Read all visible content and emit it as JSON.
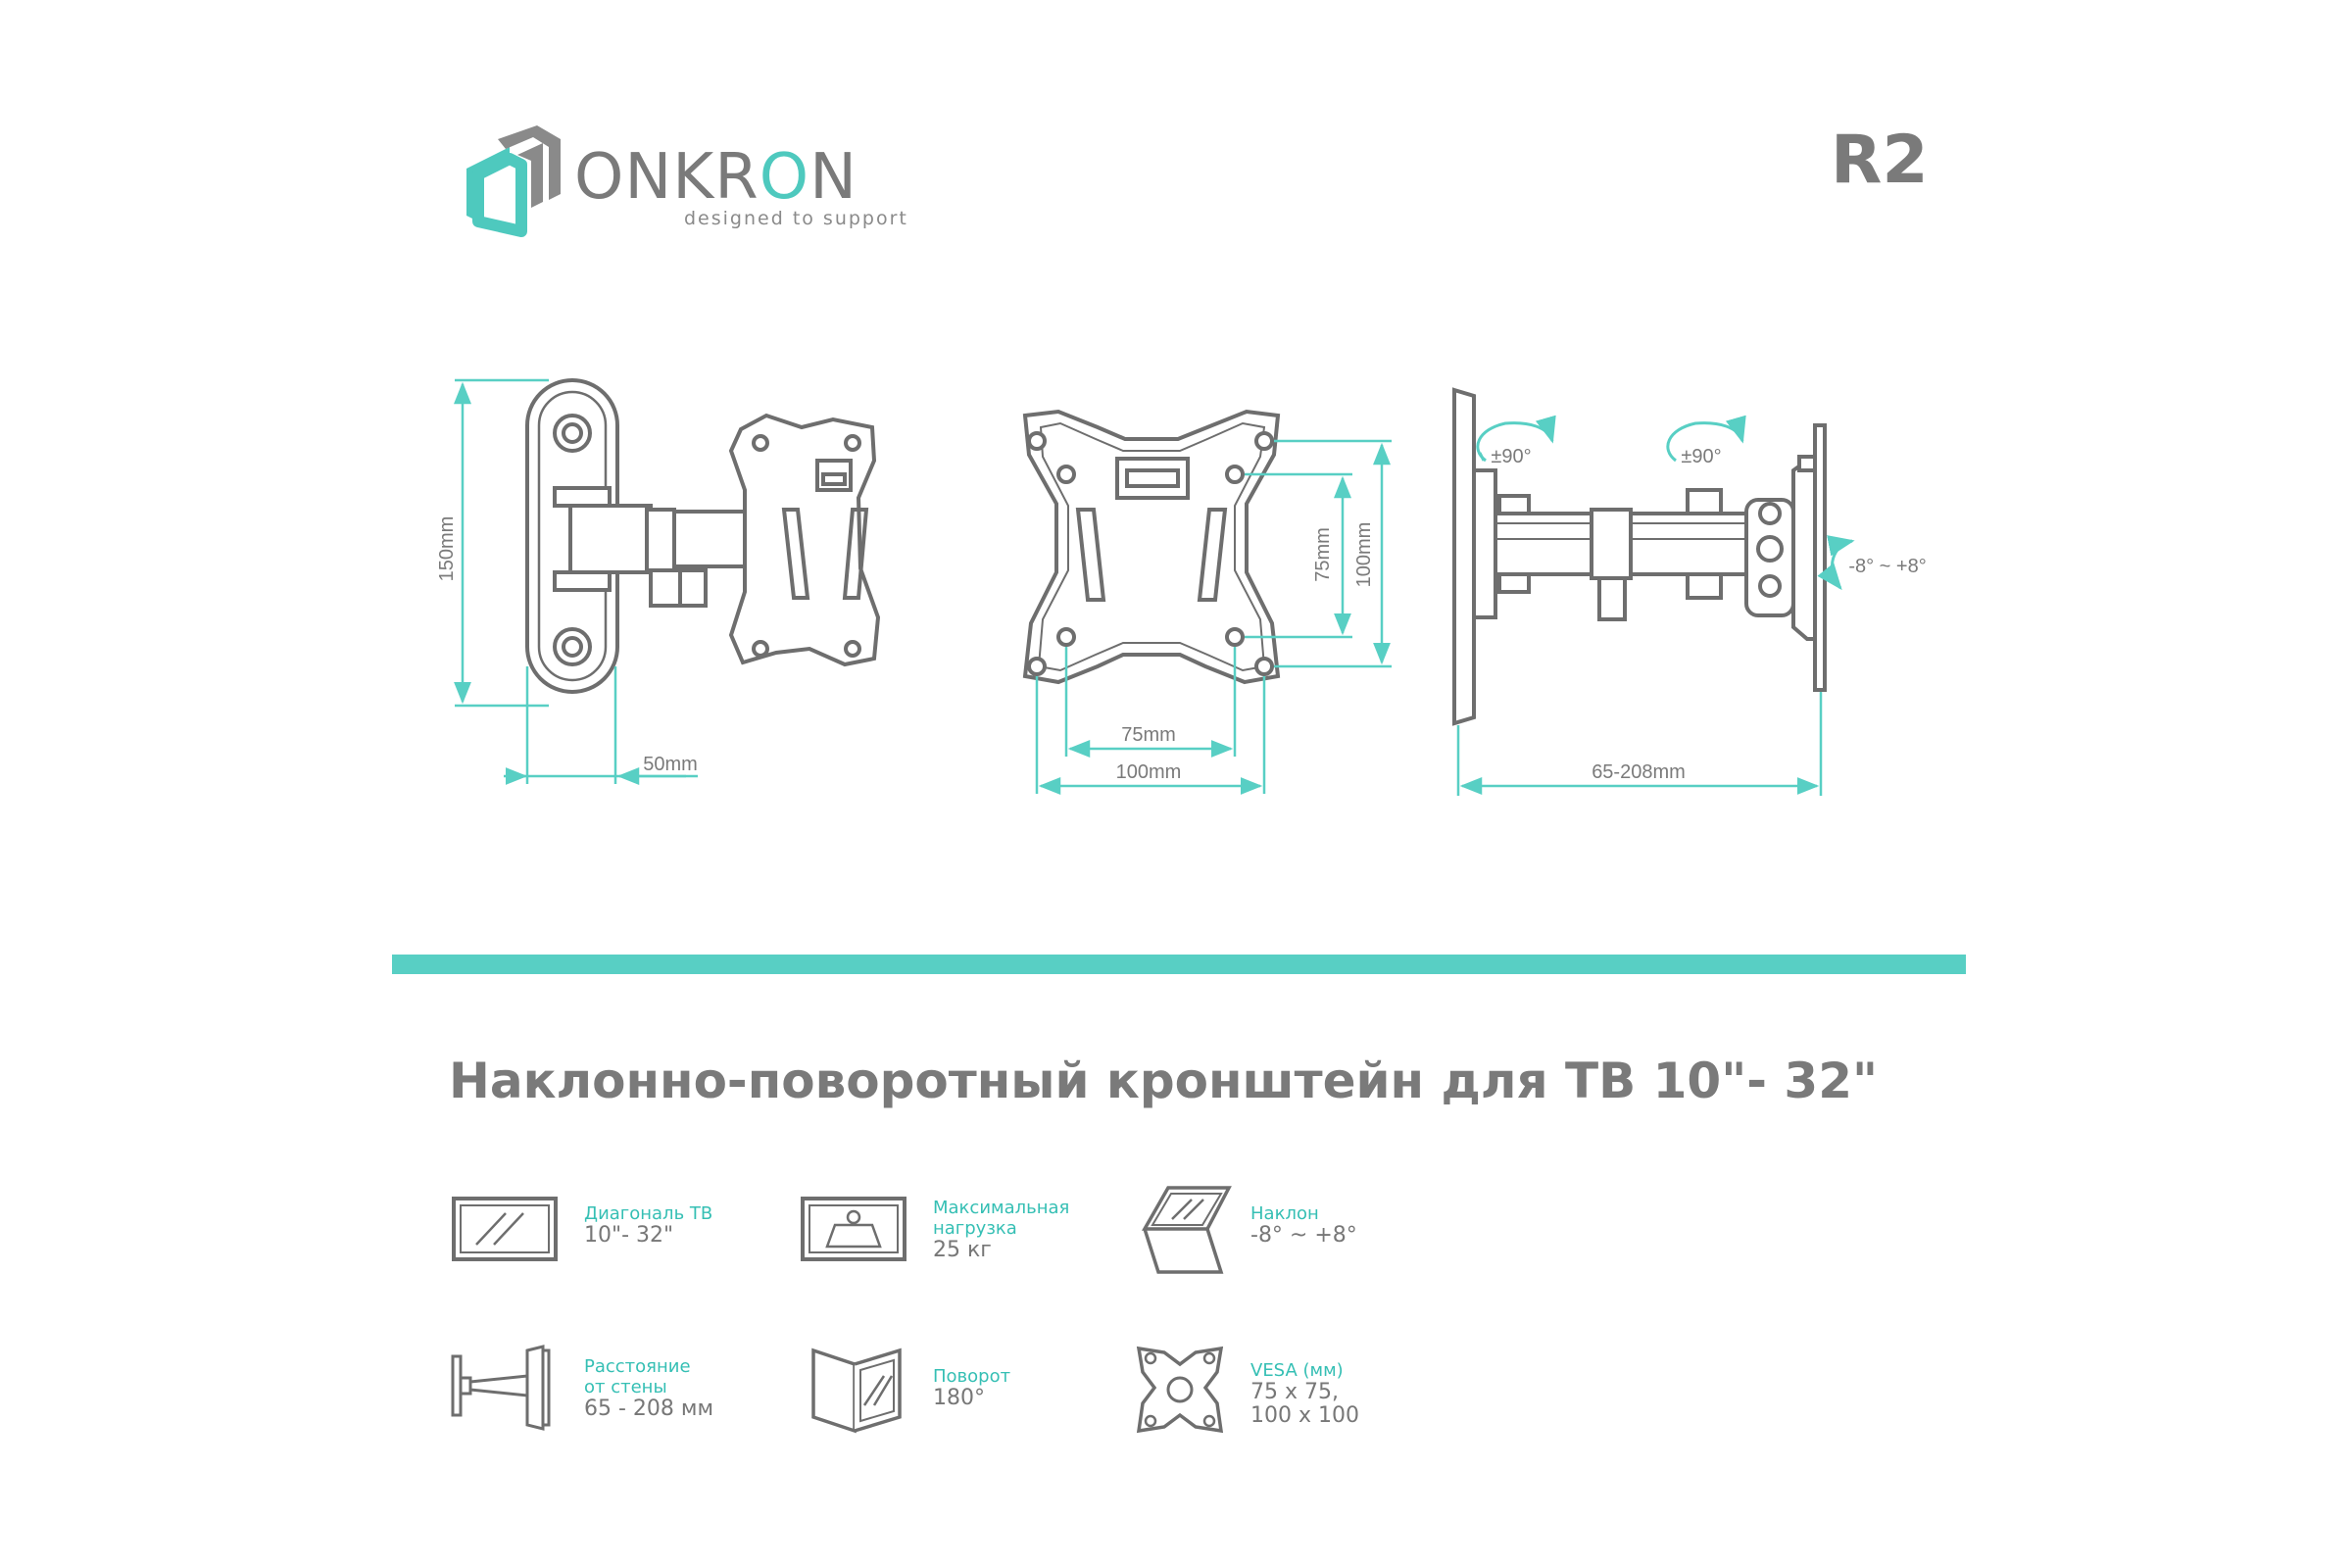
{
  "colors": {
    "accent": "#58cfc4",
    "text": "#7a7a7a",
    "drawing": "#6e6e6e"
  },
  "brand": {
    "name_prefix": "ONKR",
    "name_accent": "O",
    "name_suffix": "N",
    "tagline": "designed to support",
    "logo_icon": "onkron-cube-logo"
  },
  "model": "R2",
  "dimensions": {
    "height": "150mm",
    "depth": "50mm",
    "vesa_small_w": "75mm",
    "vesa_large_w": "100mm",
    "vesa_small_h": "75mm",
    "vesa_large_h": "100mm",
    "wall_distance": "65-208mm",
    "swivel_left": "±90°",
    "swivel_right": "±90°",
    "tilt": "-8° ~ +8°"
  },
  "title": "Наклонно-поворотный кронштейн для ТВ 10\"- 32\"",
  "specs": [
    {
      "icon": "tv-diagonal-icon",
      "label": "Диагональ ТВ",
      "value": "10\"- 32\""
    },
    {
      "icon": "max-load-icon",
      "label": "Максимальная нагрузка",
      "value": "25 кг"
    },
    {
      "icon": "tilt-icon",
      "label": "Наклон",
      "value": "-8° ~ +8°"
    },
    {
      "icon": "wall-distance-icon",
      "label": "Расстояние от стены",
      "value": "65 - 208 мм"
    },
    {
      "icon": "swivel-icon",
      "label": "Поворот",
      "value": "180°"
    },
    {
      "icon": "vesa-icon",
      "label": "VESA (мм)",
      "value": "75 x 75, 100 x 100"
    }
  ]
}
